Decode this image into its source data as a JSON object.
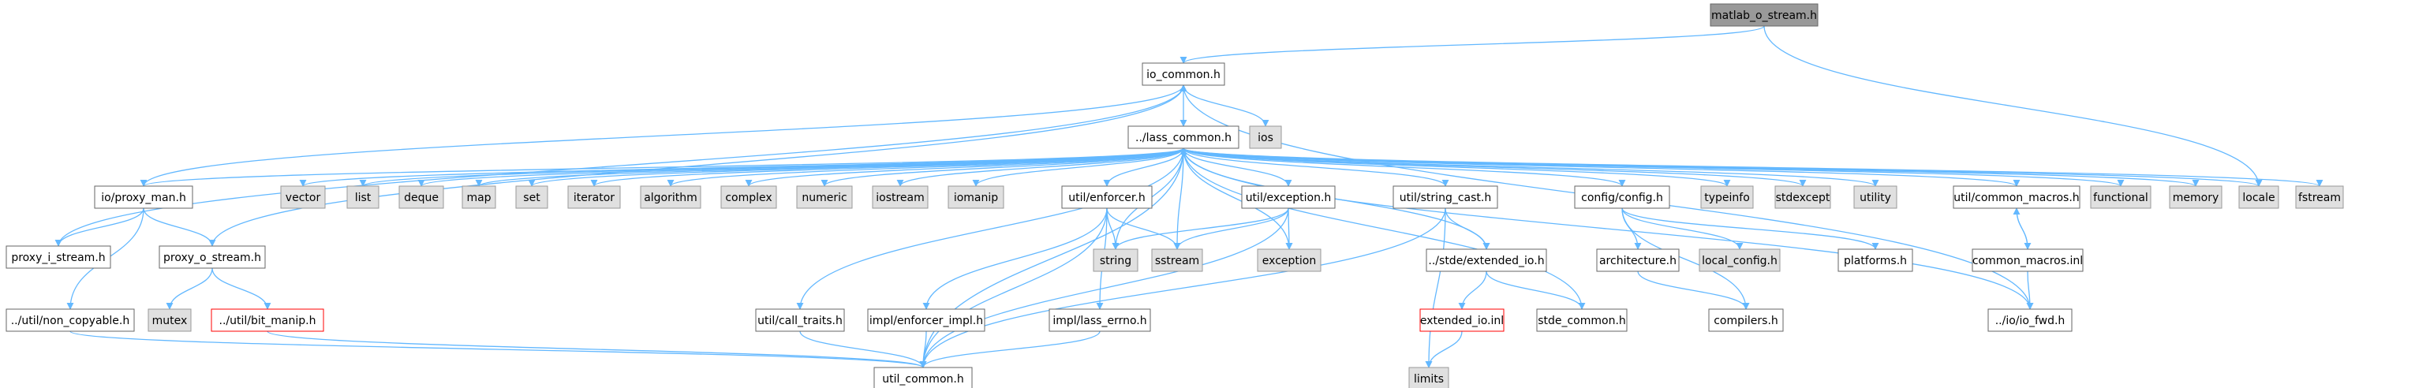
{
  "colors": {
    "node_fill": "#ffffff",
    "node_border": "#666666",
    "root_fill": "#999999",
    "system_fill": "#e0e0e0",
    "system_border": "#999999",
    "missing_border": "#ff0000",
    "edge": "#63b8ff",
    "text": "#000000"
  },
  "nodes": [
    {
      "id": "matlab_o_stream",
      "label": "matlab_o_stream.h",
      "kind": "root"
    },
    {
      "id": "io_common",
      "label": "io_common.h",
      "kind": "file"
    },
    {
      "id": "lass_common",
      "label": "../lass_common.h",
      "kind": "file"
    },
    {
      "id": "ios",
      "label": "ios",
      "kind": "system"
    },
    {
      "id": "proxy_man",
      "label": "io/proxy_man.h",
      "kind": "file"
    },
    {
      "id": "proxy_i_stream",
      "label": "proxy_i_stream.h",
      "kind": "file"
    },
    {
      "id": "proxy_o_stream",
      "label": "proxy_o_stream.h",
      "kind": "file"
    },
    {
      "id": "non_copyable",
      "label": "../util/non_copyable.h",
      "kind": "file"
    },
    {
      "id": "mutex",
      "label": "mutex",
      "kind": "system"
    },
    {
      "id": "bit_manip",
      "label": "../util/bit_manip.h",
      "kind": "missing"
    },
    {
      "id": "util_common",
      "label": "util_common.h",
      "kind": "file"
    },
    {
      "id": "vector",
      "label": "vector",
      "kind": "system"
    },
    {
      "id": "list",
      "label": "list",
      "kind": "system"
    },
    {
      "id": "deque",
      "label": "deque",
      "kind": "system"
    },
    {
      "id": "map",
      "label": "map",
      "kind": "system"
    },
    {
      "id": "set",
      "label": "set",
      "kind": "system"
    },
    {
      "id": "iterator",
      "label": "iterator",
      "kind": "system"
    },
    {
      "id": "algorithm",
      "label": "algorithm",
      "kind": "system"
    },
    {
      "id": "complex",
      "label": "complex",
      "kind": "system"
    },
    {
      "id": "numeric",
      "label": "numeric",
      "kind": "system"
    },
    {
      "id": "iostream",
      "label": "iostream",
      "kind": "system"
    },
    {
      "id": "iomanip",
      "label": "iomanip",
      "kind": "system"
    },
    {
      "id": "enforcer",
      "label": "util/enforcer.h",
      "kind": "file"
    },
    {
      "id": "string",
      "label": "string",
      "kind": "system"
    },
    {
      "id": "sstream",
      "label": "sstream",
      "kind": "system"
    },
    {
      "id": "exception_h",
      "label": "util/exception.h",
      "kind": "file"
    },
    {
      "id": "exception",
      "label": "exception",
      "kind": "system"
    },
    {
      "id": "string_cast",
      "label": "util/string_cast.h",
      "kind": "file"
    },
    {
      "id": "call_traits",
      "label": "util/call_traits.h",
      "kind": "file"
    },
    {
      "id": "enforcer_impl",
      "label": "impl/enforcer_impl.h",
      "kind": "file"
    },
    {
      "id": "lass_errno",
      "label": "impl/lass_errno.h",
      "kind": "file"
    },
    {
      "id": "extended_io",
      "label": "../stde/extended_io.h",
      "kind": "file"
    },
    {
      "id": "extended_io_inl",
      "label": "extended_io.inl",
      "kind": "missing"
    },
    {
      "id": "stde_common",
      "label": "stde_common.h",
      "kind": "file"
    },
    {
      "id": "limits",
      "label": "limits",
      "kind": "system"
    },
    {
      "id": "config",
      "label": "config/config.h",
      "kind": "file"
    },
    {
      "id": "architecture",
      "label": "architecture.h",
      "kind": "file"
    },
    {
      "id": "local_config",
      "label": "local_config.h",
      "kind": "system"
    },
    {
      "id": "platforms",
      "label": "platforms.h",
      "kind": "file"
    },
    {
      "id": "compilers",
      "label": "compilers.h",
      "kind": "file"
    },
    {
      "id": "typeinfo",
      "label": "typeinfo",
      "kind": "system"
    },
    {
      "id": "stdexcept",
      "label": "stdexcept",
      "kind": "system"
    },
    {
      "id": "utility",
      "label": "utility",
      "kind": "system"
    },
    {
      "id": "common_macros",
      "label": "util/common_macros.h",
      "kind": "file"
    },
    {
      "id": "common_macros_inl",
      "label": "common_macros.inl",
      "kind": "file"
    },
    {
      "id": "io_fwd",
      "label": "../io/io_fwd.h",
      "kind": "file"
    },
    {
      "id": "functional",
      "label": "functional",
      "kind": "system"
    },
    {
      "id": "memory",
      "label": "memory",
      "kind": "system"
    },
    {
      "id": "locale",
      "label": "locale",
      "kind": "system"
    },
    {
      "id": "fstream",
      "label": "fstream",
      "kind": "system"
    }
  ],
  "edges": [
    [
      "matlab_o_stream",
      "io_common"
    ],
    [
      "matlab_o_stream",
      "locale"
    ],
    [
      "io_common",
      "lass_common"
    ],
    [
      "io_common",
      "ios"
    ],
    [
      "lass_common",
      "proxy_man"
    ],
    [
      "lass_common",
      "vector"
    ],
    [
      "lass_common",
      "list"
    ],
    [
      "lass_common",
      "deque"
    ],
    [
      "lass_common",
      "map"
    ],
    [
      "lass_common",
      "set"
    ],
    [
      "lass_common",
      "iterator"
    ],
    [
      "lass_common",
      "algorithm"
    ],
    [
      "lass_common",
      "complex"
    ],
    [
      "lass_common",
      "numeric"
    ],
    [
      "lass_common",
      "iostream"
    ],
    [
      "lass_common",
      "iomanip"
    ],
    [
      "lass_common",
      "enforcer"
    ],
    [
      "lass_common",
      "string"
    ],
    [
      "lass_common",
      "sstream"
    ],
    [
      "lass_common",
      "exception_h"
    ],
    [
      "lass_common",
      "exception"
    ],
    [
      "lass_common",
      "string_cast"
    ],
    [
      "lass_common",
      "call_traits"
    ],
    [
      "lass_common",
      "extended_io"
    ],
    [
      "lass_common",
      "config"
    ],
    [
      "lass_common",
      "typeinfo"
    ],
    [
      "lass_common",
      "stdexcept"
    ],
    [
      "lass_common",
      "utility"
    ],
    [
      "lass_common",
      "common_macros"
    ],
    [
      "lass_common",
      "io_fwd"
    ],
    [
      "lass_common",
      "functional"
    ],
    [
      "lass_common",
      "memory"
    ],
    [
      "lass_common",
      "locale"
    ],
    [
      "lass_common",
      "fstream"
    ],
    [
      "lass_common",
      "util_common"
    ],
    [
      "proxy_man",
      "io_common"
    ],
    [
      "proxy_man",
      "proxy_i_stream"
    ],
    [
      "proxy_man",
      "proxy_o_stream"
    ],
    [
      "proxy_man",
      "non_copyable"
    ],
    [
      "proxy_i_stream",
      "io_common"
    ],
    [
      "proxy_o_stream",
      "io_common"
    ],
    [
      "proxy_o_stream",
      "mutex"
    ],
    [
      "proxy_o_stream",
      "bit_manip"
    ],
    [
      "non_copyable",
      "util_common"
    ],
    [
      "bit_manip",
      "util_common"
    ],
    [
      "enforcer",
      "string"
    ],
    [
      "enforcer",
      "sstream"
    ],
    [
      "enforcer",
      "enforcer_impl"
    ],
    [
      "enforcer",
      "lass_errno"
    ],
    [
      "enforcer",
      "util_common"
    ],
    [
      "enforcer_impl",
      "util_common"
    ],
    [
      "lass_errno",
      "util_common"
    ],
    [
      "exception_h",
      "string"
    ],
    [
      "exception_h",
      "sstream"
    ],
    [
      "exception_h",
      "exception"
    ],
    [
      "exception_h",
      "util_common"
    ],
    [
      "string_cast",
      "extended_io"
    ],
    [
      "string_cast",
      "limits"
    ],
    [
      "string_cast",
      "util_common"
    ],
    [
      "call_traits",
      "util_common"
    ],
    [
      "extended_io",
      "extended_io_inl"
    ],
    [
      "extended_io",
      "stde_common"
    ],
    [
      "extended_io_inl",
      "limits"
    ],
    [
      "stde_common",
      "lass_common"
    ],
    [
      "config",
      "architecture"
    ],
    [
      "config",
      "local_config"
    ],
    [
      "config",
      "platforms"
    ],
    [
      "config",
      "compilers"
    ],
    [
      "architecture",
      "compilers"
    ],
    [
      "common_macros",
      "common_macros_inl"
    ],
    [
      "common_macros_inl",
      "common_macros"
    ],
    [
      "common_macros_inl",
      "io_fwd"
    ],
    [
      "io_fwd",
      "io_common"
    ]
  ]
}
